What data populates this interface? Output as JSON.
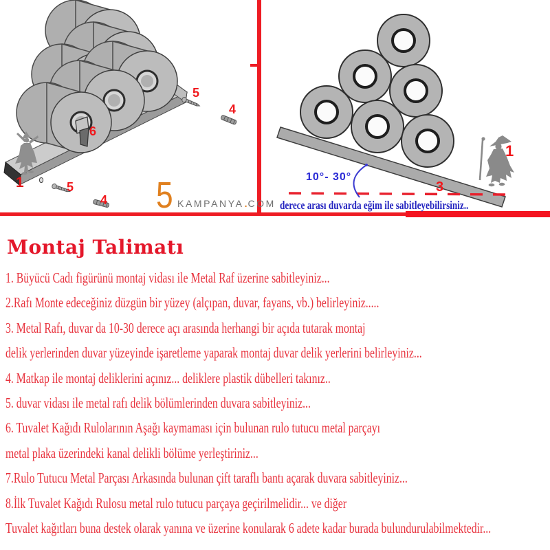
{
  "brand": {
    "five": "5",
    "name": "KAMPANYA",
    "dot": ".",
    "tld": "COM"
  },
  "left_diagram": {
    "labels": {
      "shelf": "1",
      "top_screw": "5",
      "top_dowel": "4",
      "holder": "6",
      "bottom_screw": "5",
      "bottom_dowel": "4"
    }
  },
  "right_diagram": {
    "labels": {
      "witch": "1",
      "shelf": "3"
    },
    "angle_label": "10°- 30°",
    "caption": "derece arası duvarda eğim ile sabitleyebilirsiniz.."
  },
  "instructions": {
    "title": "Montaj Talimatı",
    "lines": [
      "1. Büyücü Cadı figürünü montaj vidası ile Metal Raf üzerine sabitleyiniz...",
      "2.Rafı Monte edeceğiniz düzgün bir yüzey (alçıpan, duvar, fayans, vb.) belirleyiniz.....",
      "3. Metal Rafı, duvar da 10-30 derece açı arasında herhangi bir açıda tutarak montaj",
      "delik yerlerinden duvar yüzeyinde işaretleme yaparak montaj duvar delik yerlerini belirleyiniz...",
      "4. Matkap ile montaj deliklerini açınız... deliklere plastik dübelleri takınız..",
      "5. duvar vidası ile metal rafı delik bölümlerinden duvara sabitleyiniz...",
      "6. Tuvalet Kağıdı Rulolarının Aşağı kaymaması için bulunan rulo tutucu metal parçayı",
      "metal plaka üzerindeki kanal delikli bölüme yerleştiriniz...",
      "7.Rulo Tutucu Metal Parçası Arkasında bulunan çift taraflı bantı açarak duvara sabitleyiniz...",
      "8.İlk Tuvalet Kağıdı Rulosu metal rulo tutucu parçaya geçirilmelidir... ve diğer",
      "Tuvalet kağıtları buna destek olarak yanına ve üzerine konularak 6 adete kadar burada bulundurulabilmektedir..."
    ]
  },
  "colors": {
    "divider_red": "#ee1c24",
    "label_red": "#f0181c",
    "text_red": "#e8333e",
    "title_red": "#e4172a",
    "annotation_blue": "#2b2bd6",
    "brand_orange": "#e0801f",
    "metal_gray": "#b4b4b4"
  }
}
